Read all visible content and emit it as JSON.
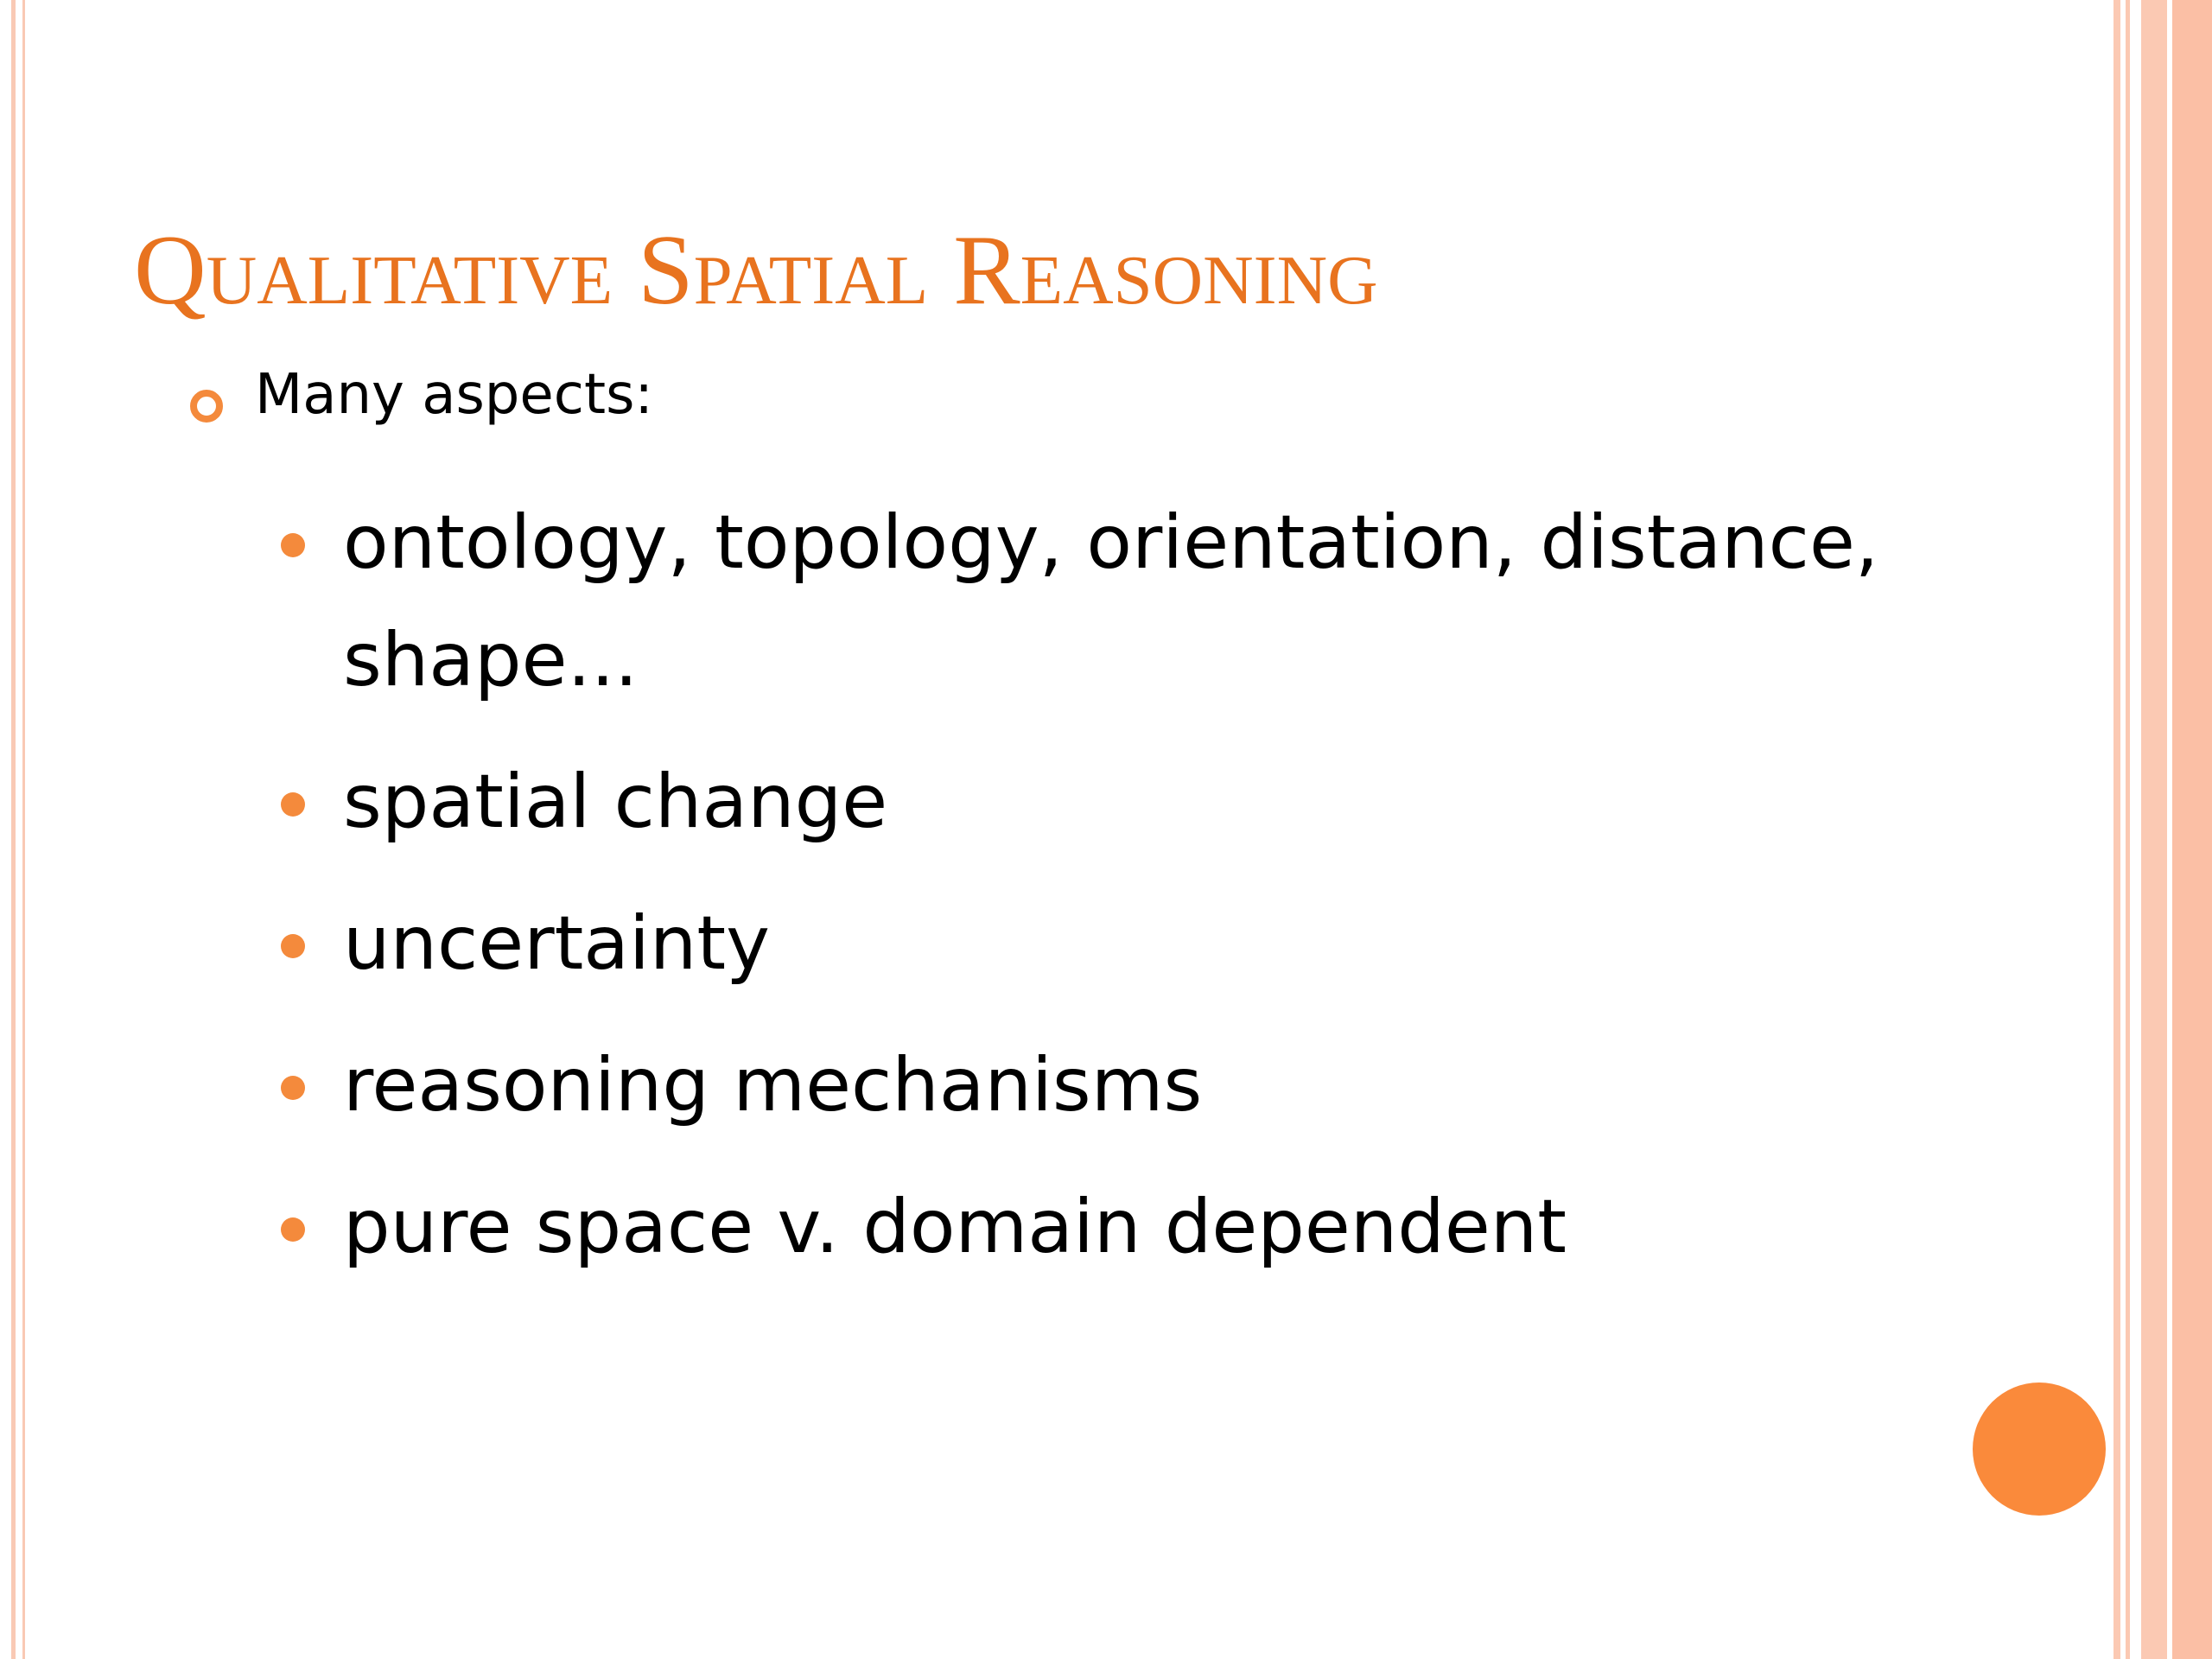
{
  "slide": {
    "title": "Qualitative Spatial Reasoning",
    "level1_text": "Many aspects:",
    "bullets": [
      "ontology, topology, orientation, distance, shape...",
      "spatial change",
      "uncertainty",
      "reasoning mechanisms",
      "pure space v. domain dependent"
    ]
  },
  "colors": {
    "title": "#e8731f",
    "bullet": "#f48a3c",
    "circle": "#fa8a3b",
    "stripe": "#fbc9b3"
  }
}
